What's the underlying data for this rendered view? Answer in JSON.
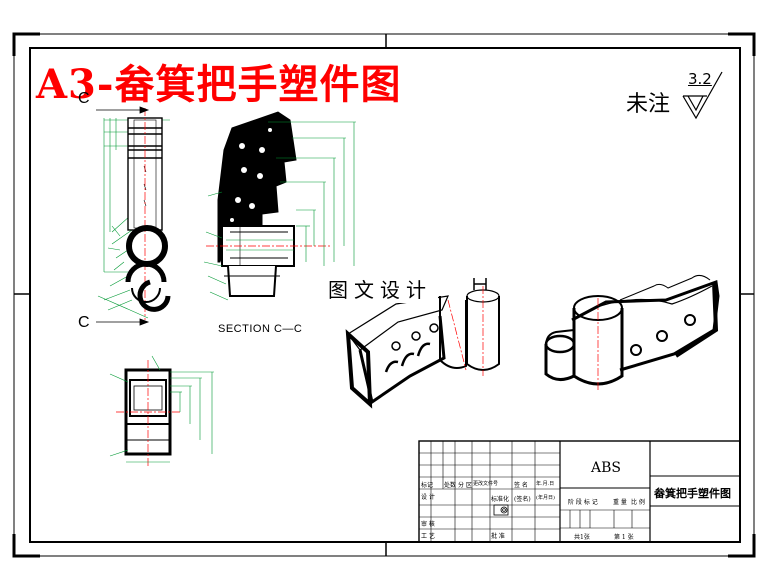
{
  "sheet_title": "A3-畚箕把手塑件图",
  "note": {
    "label": "未注",
    "roughness": "3.2"
  },
  "section_markers": [
    "C",
    "C"
  ],
  "section_label": "SECTION C—C",
  "watermark": "图文设计",
  "title_block": {
    "material": "ABS",
    "part_name": "畚箕把手塑件图",
    "row_labels": [
      "设 计",
      "审 核",
      "工 艺"
    ],
    "header_cells": [
      "标记",
      "处数",
      "分 区",
      "更改文件号",
      "签 名",
      "年.月.日"
    ],
    "std_cells": [
      "标准化",
      "(签名)",
      "(年月日)"
    ],
    "stage_cells": [
      "阶 段 标 记",
      "重 量",
      "比 例"
    ],
    "sheet_cells": [
      "共1张",
      "第 1 张"
    ],
    "approve": "批 准"
  },
  "colors": {
    "line": "#000000",
    "accent_red": "#ff0000",
    "dimension": "#009933",
    "center_line": "#ff0000",
    "part_fill": "#000000"
  }
}
